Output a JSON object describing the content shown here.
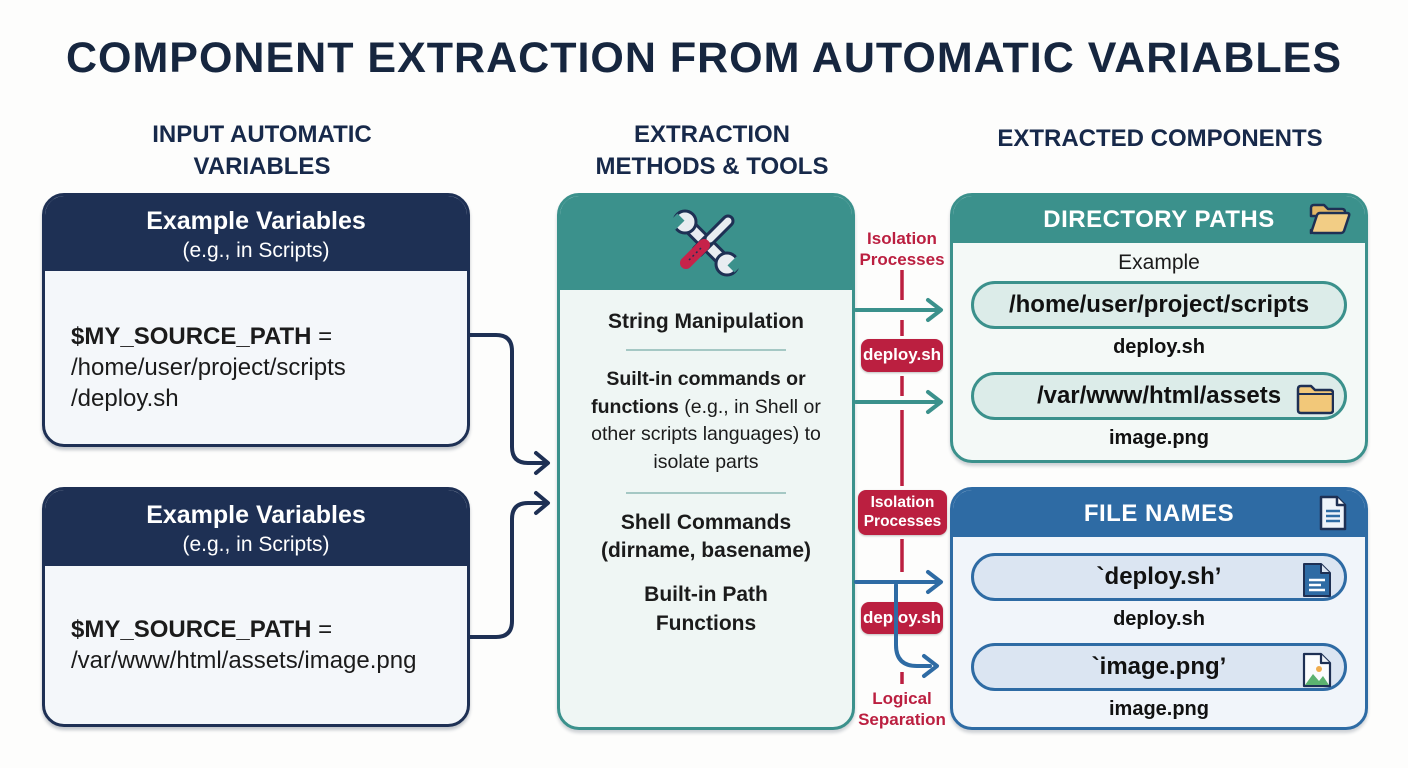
{
  "title": "COMPONENT EXTRACTION FROM AUTOMATIC VARIABLES",
  "column_headers": {
    "input_line1": "INPUT AUTOMATIC",
    "input_line2": "VARIABLES",
    "methods_line1": "EXTRACTION",
    "methods_line2": "METHODS & TOOLS",
    "extracted": "EXTRACTED COMPONENTS"
  },
  "input_boxes": [
    {
      "header_title": "Example Variables",
      "header_subtitle": "(e.g., in Scripts)",
      "var_name": "$MY_SOURCE_PATH",
      "var_equals": " =",
      "value_line1": "/home/user/project/scripts",
      "value_line2": "/deploy.sh"
    },
    {
      "header_title": "Example Variables",
      "header_subtitle": "(e.g., in Scripts)",
      "var_name": "$MY_SOURCE_PATH",
      "var_equals": " =",
      "value_line1": "/var/www/html/assets/image.png"
    }
  ],
  "methods_box": {
    "header_icon": "tools-icon",
    "item1": "String Manipulation",
    "item2_bold": "Suilt-in commands or functions",
    "item2_rest": " (e.g., in Shell or other scripts languages) to isolate parts",
    "item3": "Shell Commands (dirname, basename)",
    "item4": "Built-in Path Functions"
  },
  "flow_labels": {
    "isolation_top": "Isolation Processes",
    "deploy_badge_top": "deploy.sh",
    "isolation_badge": "Isolation Processes",
    "deploy_badge_bottom": "deploy.sh",
    "logical_separation": "Logical Separation"
  },
  "directory_paths_box": {
    "header": "DIRECTORY PATHS",
    "header_icon": "open-folder-icon",
    "example_label": "Example",
    "entries": [
      {
        "path": "/home/user/project/scripts",
        "file_label": "deploy.sh"
      },
      {
        "path": "/var/www/html/assets",
        "file_label": "image.png",
        "icon": "folder-icon"
      }
    ]
  },
  "file_names_box": {
    "header": "FILE NAMES",
    "header_icon": "document-icon",
    "entries": [
      {
        "name": "`deploy.sh’",
        "file_label": "deploy.sh",
        "icon": "script-file-icon"
      },
      {
        "name": "`image.png’",
        "file_label": "image.png",
        "icon": "image-file-icon"
      }
    ]
  },
  "colors": {
    "navy": "#1e3054",
    "title_navy": "#16263f",
    "teal": "#3b918c",
    "blue": "#2e6ba4",
    "crimson": "#bb1f40",
    "folder_tan": "#efc579",
    "card_body": "#f4f7fa"
  }
}
